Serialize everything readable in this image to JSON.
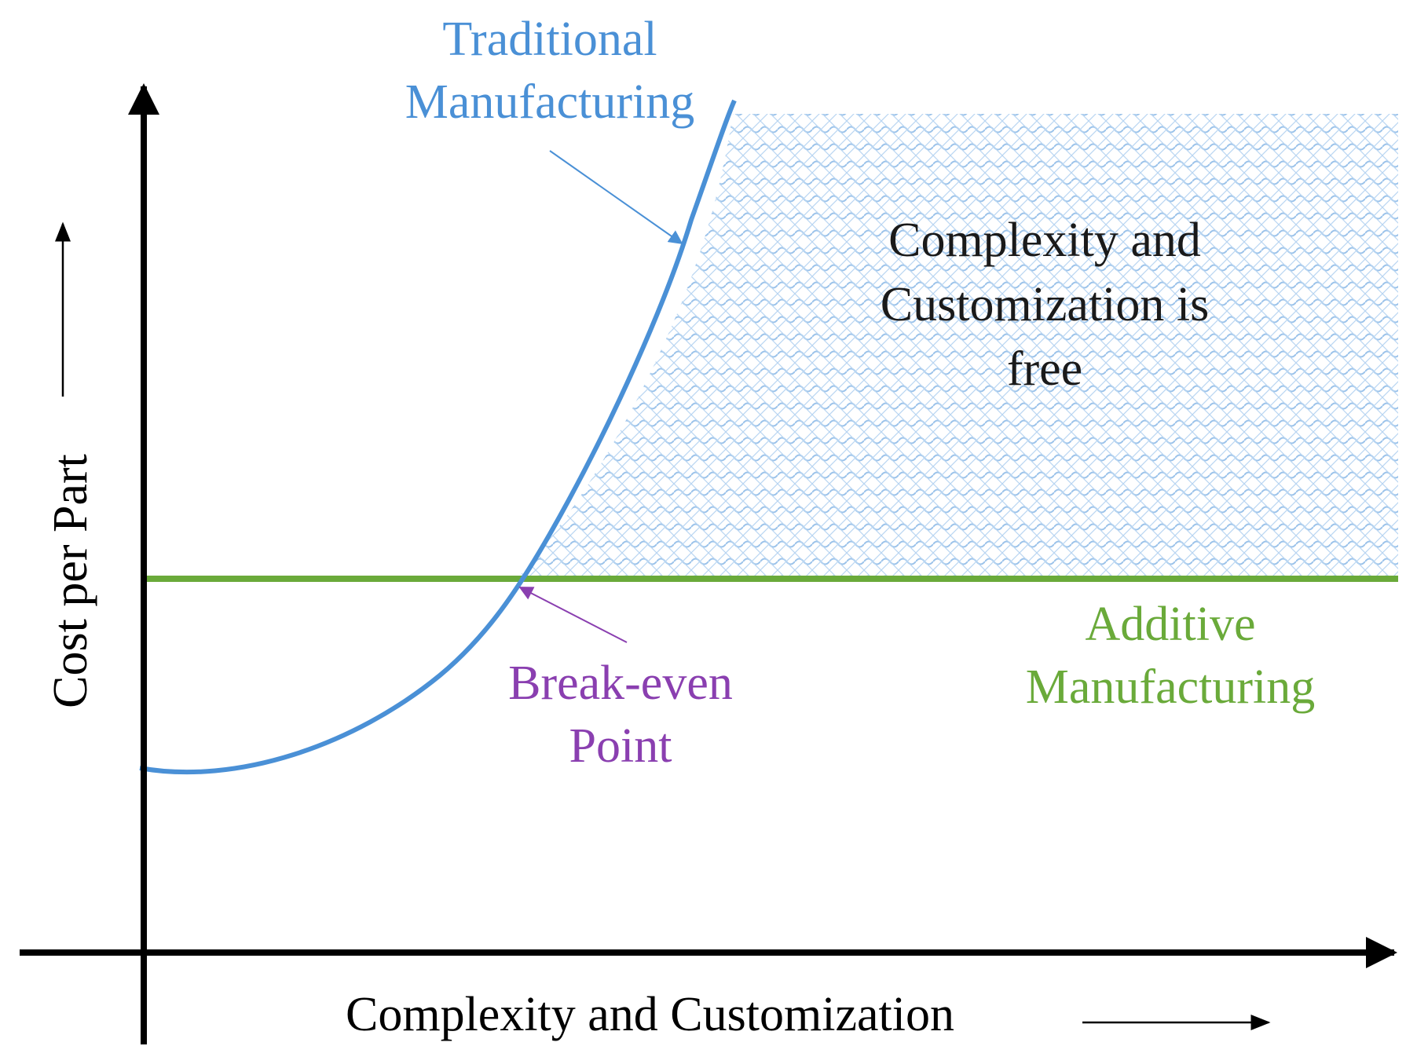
{
  "colors": {
    "traditional": "#4a90d6",
    "additive": "#6aaa3a",
    "breakeven": "#8a3fb0",
    "region_text": "#1a1a1a",
    "axis": "#000000",
    "hatch": "#9cc3ea"
  },
  "labels": {
    "traditional": [
      "Traditional",
      "Manufacturing"
    ],
    "region": [
      "Complexity and",
      "Customization is",
      "free"
    ],
    "breakeven": [
      "Break-even",
      "Point"
    ],
    "additive": [
      "Additive",
      "Manufacturing"
    ],
    "x_axis": "Complexity and Customization",
    "y_axis": "Cost per Part"
  }
}
